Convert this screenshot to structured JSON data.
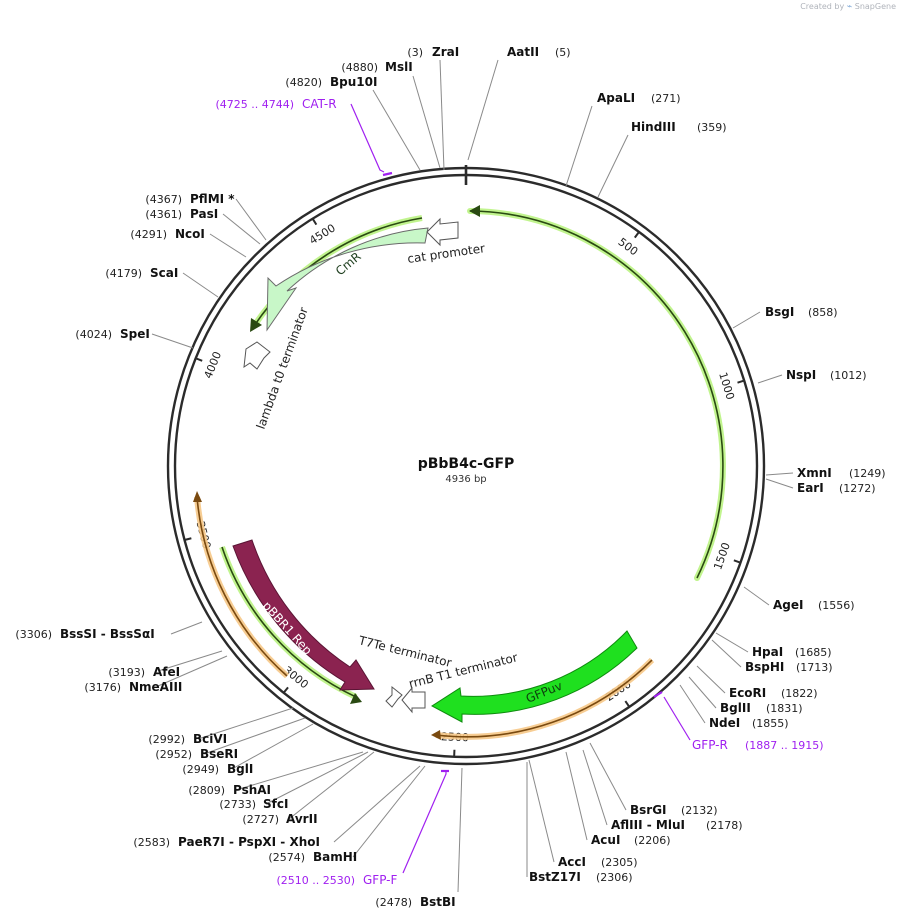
{
  "attribution": {
    "created_by": "Created by",
    "brand": "SnapGene"
  },
  "map": {
    "name": "pBbB4c-GFP",
    "length_label": "4936 bp",
    "total_bp": 4936,
    "ruler_ticks": [
      {
        "bp": 500,
        "label": "500"
      },
      {
        "bp": 1000,
        "label": "1000"
      },
      {
        "bp": 1500,
        "label": "1500"
      },
      {
        "bp": 2000,
        "label": "2000"
      },
      {
        "bp": 2500,
        "label": "2500"
      },
      {
        "bp": 3000,
        "label": "3000"
      },
      {
        "bp": 3500,
        "label": "3500"
      },
      {
        "bp": 4000,
        "label": "4000"
      },
      {
        "bp": 4500,
        "label": "4500"
      }
    ],
    "colors": {
      "backbone": "#2b2b2b",
      "primer": "#a020f0",
      "annotation": "#6ec23a",
      "orange_feature": "#e9a23b",
      "gfp": "#1fe01f",
      "cmr": "#c8f7c8",
      "rep": "#8b2350",
      "label_gray": "#222222"
    }
  },
  "sites": [
    {
      "pos": "(3)",
      "name": "ZraI"
    },
    {
      "pos": "(5)",
      "name": "AatII"
    },
    {
      "pos": "(271)",
      "name": "ApaLI"
    },
    {
      "pos": "(359)",
      "name": "HindIII"
    },
    {
      "pos": "(858)",
      "name": "BsgI"
    },
    {
      "pos": "(1012)",
      "name": "NspI"
    },
    {
      "pos": "(1249)",
      "name": "XmnI"
    },
    {
      "pos": "(1272)",
      "name": "EarI"
    },
    {
      "pos": "(1556)",
      "name": "AgeI"
    },
    {
      "pos": "(1685)",
      "name": "HpaI"
    },
    {
      "pos": "(1713)",
      "name": "BspHI"
    },
    {
      "pos": "(1822)",
      "name": "EcoRI"
    },
    {
      "pos": "(1831)",
      "name": "BglII"
    },
    {
      "pos": "(1855)",
      "name": "NdeI"
    },
    {
      "pos": "(2132)",
      "name": "BsrGI"
    },
    {
      "pos": "(2178)",
      "name": "AflIII  - MluI"
    },
    {
      "pos": "(2206)",
      "name": "AcuI"
    },
    {
      "pos": "(2305)",
      "name": "AccI"
    },
    {
      "pos": "(2306)",
      "name": "BstZ17I"
    },
    {
      "pos": "(2478)",
      "name": "BstBI"
    },
    {
      "pos": "(2574)",
      "name": "BamHI"
    },
    {
      "pos": "(2583)",
      "name": "PaeR7I  - PspXI  - XhoI"
    },
    {
      "pos": "(2727)",
      "name": "AvrII"
    },
    {
      "pos": "(2733)",
      "name": "SfcI"
    },
    {
      "pos": "(2809)",
      "name": "PshAI"
    },
    {
      "pos": "(2949)",
      "name": "BglI"
    },
    {
      "pos": "(2952)",
      "name": "BseRI"
    },
    {
      "pos": "(2992)",
      "name": "BciVI"
    },
    {
      "pos": "(3176)",
      "name": "NmeAIII"
    },
    {
      "pos": "(3193)",
      "name": "AfeI"
    },
    {
      "pos": "(3306)",
      "name": "BssSI  - BssSαI"
    },
    {
      "pos": "(4024)",
      "name": "SpeI"
    },
    {
      "pos": "(4179)",
      "name": "ScaI"
    },
    {
      "pos": "(4291)",
      "name": "NcoI"
    },
    {
      "pos": "(4361)",
      "name": "PasI"
    },
    {
      "pos": "(4367)",
      "name": "PflMI *"
    },
    {
      "pos": "(4820)",
      "name": "Bpu10I"
    },
    {
      "pos": "(4880)",
      "name": "MslI"
    }
  ],
  "primers": [
    {
      "range": "(4725 .. 4744)",
      "name": "CAT-R"
    },
    {
      "range": "(1887 .. 1915)",
      "name": "GFP-R"
    },
    {
      "range": "(2510 .. 2530)",
      "name": "GFP-F"
    }
  ],
  "features": [
    {
      "name": "CmR"
    },
    {
      "name": "cat promoter"
    },
    {
      "name": "lambda t0 terminator"
    },
    {
      "name": "pBBR1 Rep"
    },
    {
      "name": "GFPuv"
    },
    {
      "name": "T7Te terminator"
    },
    {
      "name": "rrnB T1 terminator"
    }
  ]
}
